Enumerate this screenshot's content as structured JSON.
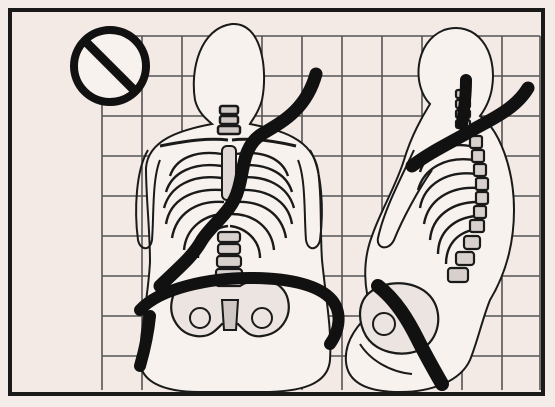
{
  "figure": {
    "subject": "seatbelt-misuse-warning",
    "prohibition_symbol": "prohibition-icon",
    "views": [
      "front-skeleton-view",
      "side-skeleton-view"
    ],
    "colors": {
      "background": "#f3eae6",
      "ink": "#1a1a1a",
      "grid": "#3a3a3a",
      "belt": "#111111"
    }
  }
}
